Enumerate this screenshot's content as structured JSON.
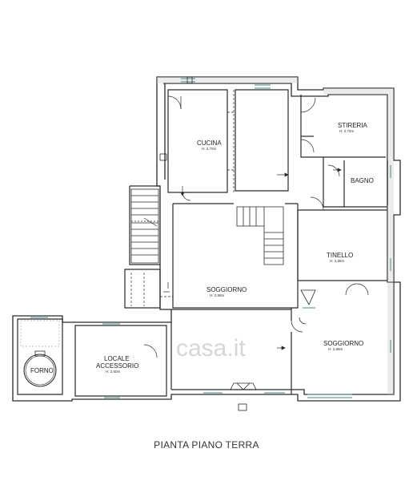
{
  "title": "PIANTA PIANO TERRA",
  "watermark": "casa.it",
  "rooms": [
    {
      "id": "cucina",
      "name": "CUCINA",
      "height": "H: 2,70m"
    },
    {
      "id": "stireria",
      "name": "STIRERIA",
      "height": "H: 2,75m"
    },
    {
      "id": "bagno",
      "name": "BAGNO",
      "height": ""
    },
    {
      "id": "tinello",
      "name": "TINELLO",
      "height": "H: 2,88m"
    },
    {
      "id": "soggiorno-centrale",
      "name": "SOGGIORNO",
      "height": "H: 2,88m"
    },
    {
      "id": "soggiorno-est",
      "name": "SOGGIORNO",
      "height": "H: 2,88m"
    },
    {
      "id": "locale-accessorio",
      "name": "LOCALE ACCESSORIO",
      "name_line1": "LOCALE",
      "name_line2": "ACCESSORIO",
      "height": "H: 2,60m"
    },
    {
      "id": "forno",
      "name": "FORNO",
      "height": ""
    }
  ],
  "colors": {
    "wall": "#2a2a2a",
    "wall_fill": "#9a9a9a",
    "watermark": "#d6d6d6",
    "window": "#4a8a8a"
  }
}
